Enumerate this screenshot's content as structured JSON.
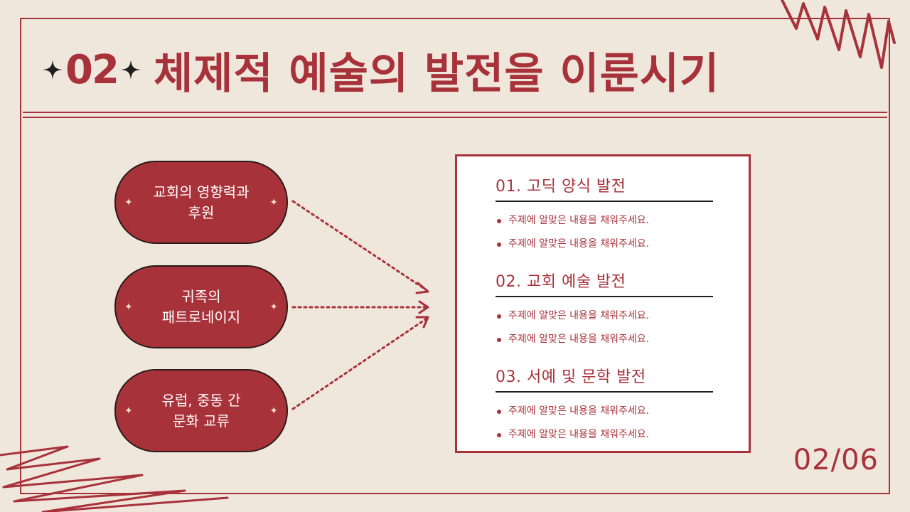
{
  "header": {
    "number": "02",
    "title": "체제적 예술의 발전을 이룬시기"
  },
  "pills": [
    {
      "label": "교회의 영향력과\n후원"
    },
    {
      "label": "귀족의\n패트로네이지"
    },
    {
      "label": "유럽, 중동 간\n문화 교류"
    }
  ],
  "sections": [
    {
      "title": "01.  고딕 양식 발전",
      "bullets": [
        "주제에 알맞은 내용을 채워주세요.",
        "주제에 알맞은 내용을 채워주세요."
      ]
    },
    {
      "title": "02.  교회 예술 발전",
      "bullets": [
        "주제에 알맞은 내용을 채워주세요.",
        "주제에 알맞은 내용을 채워주세요."
      ]
    },
    {
      "title": "03. 서예 및 문학 발전",
      "bullets": [
        "주제에 알맞은 내용을 채워주세요.",
        "주제에 알맞은 내용을 채워주세요."
      ]
    }
  ],
  "page_indicator": "02/06",
  "colors": {
    "accent": "#a8323a",
    "background": "#efe6dc",
    "card": "#ffffff"
  }
}
